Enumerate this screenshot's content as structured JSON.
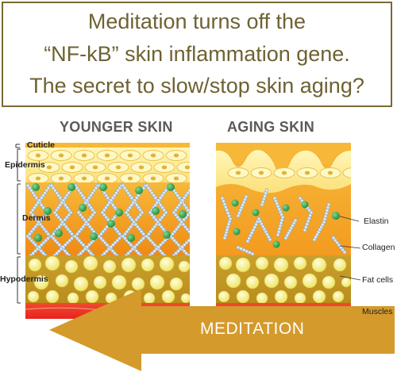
{
  "title": {
    "line1": "Meditation turns off the",
    "line2": "“NF-kB” skin inflammation gene.",
    "line3": "The secret to slow/stop skin aging?"
  },
  "panels": {
    "younger": "YOUNGER SKIN",
    "aging": "AGING SKIN"
  },
  "layers_left": {
    "cuticle": "Cuticle",
    "epidermis": "Epidermis",
    "dermis": "Dermis",
    "hypodermis": "Hypodermis"
  },
  "labels_right": {
    "elastin": "Elastin",
    "collagen": "Collagen",
    "fat_cells": "Fat cells",
    "muscles": "Muscles"
  },
  "arrow": {
    "label": "MEDITATION",
    "color": "#d49a2c"
  },
  "colors": {
    "title_text": "#6e6233",
    "title_border": "#7a6a35",
    "dermis": "#f5a623",
    "hypodermis": "#d9a82a",
    "muscle": "#e8322a",
    "elastin": "#2e9e4a",
    "collagen": "#bcd3e6",
    "fat_cell": "#f4ee7a"
  }
}
